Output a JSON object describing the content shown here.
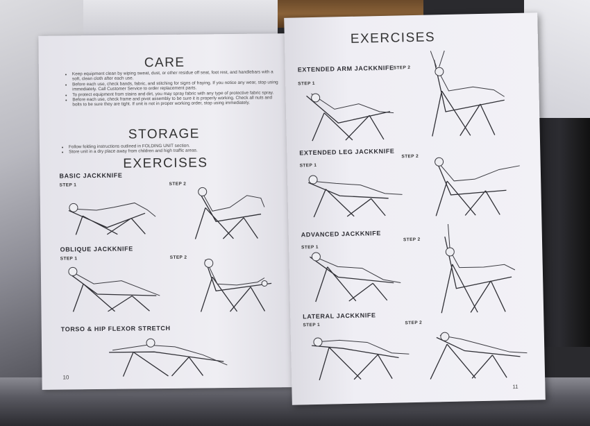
{
  "left_page": {
    "care_title": "CARE",
    "care_bullets": [
      "Keep equipment clean by wiping sweat, dust, or other residue off seat, foot rest, and handlebars with a soft, clean cloth after each use.",
      "Before each use, check bands, fabric, and stitching for signs of fraying. If you notice any wear, stop using immediately. Call Customer Service to order replacement parts.",
      "To protect equipment from stains and dirt, you may spray fabric with any type of protective fabric spray.",
      "Before each use, check frame and pivot assembly to be sure it is properly working. Check all nuts and bolts to be sure they are tight. If unit is not in proper working order, stop using immediately."
    ],
    "storage_title": "STORAGE",
    "storage_bullets": [
      "Follow folding instructions outlined in FOLDING UNIT section.",
      "Store unit in a dry place away from children and high traffic areas."
    ],
    "exercises_title": "EXERCISES",
    "exercises": [
      {
        "name": "BASIC JACKKNIFE",
        "step1": "STEP 1",
        "step2": "STEP 2"
      },
      {
        "name": "OBLIQUE JACKKNIFE",
        "step1": "STEP 1",
        "step2": "STEP 2"
      },
      {
        "name": "TORSO & HIP FLEXOR STRETCH"
      }
    ],
    "page_number": "10"
  },
  "right_page": {
    "exercises_title": "EXERCISES",
    "exercises": [
      {
        "name": "EXTENDED ARM JACKKNIFE",
        "step1": "STEP 1",
        "step2": "STEP 2"
      },
      {
        "name": "EXTENDED LEG JACKKNIFE",
        "step1": "STEP 1",
        "step2": "STEP 2"
      },
      {
        "name": "ADVANCED JACKKNIFE",
        "step1": "STEP 1",
        "step2": "STEP 2"
      },
      {
        "name": "LATERAL JACKKNIFE",
        "step1": "STEP 1",
        "step2": "STEP 2"
      }
    ],
    "page_number": "11"
  }
}
